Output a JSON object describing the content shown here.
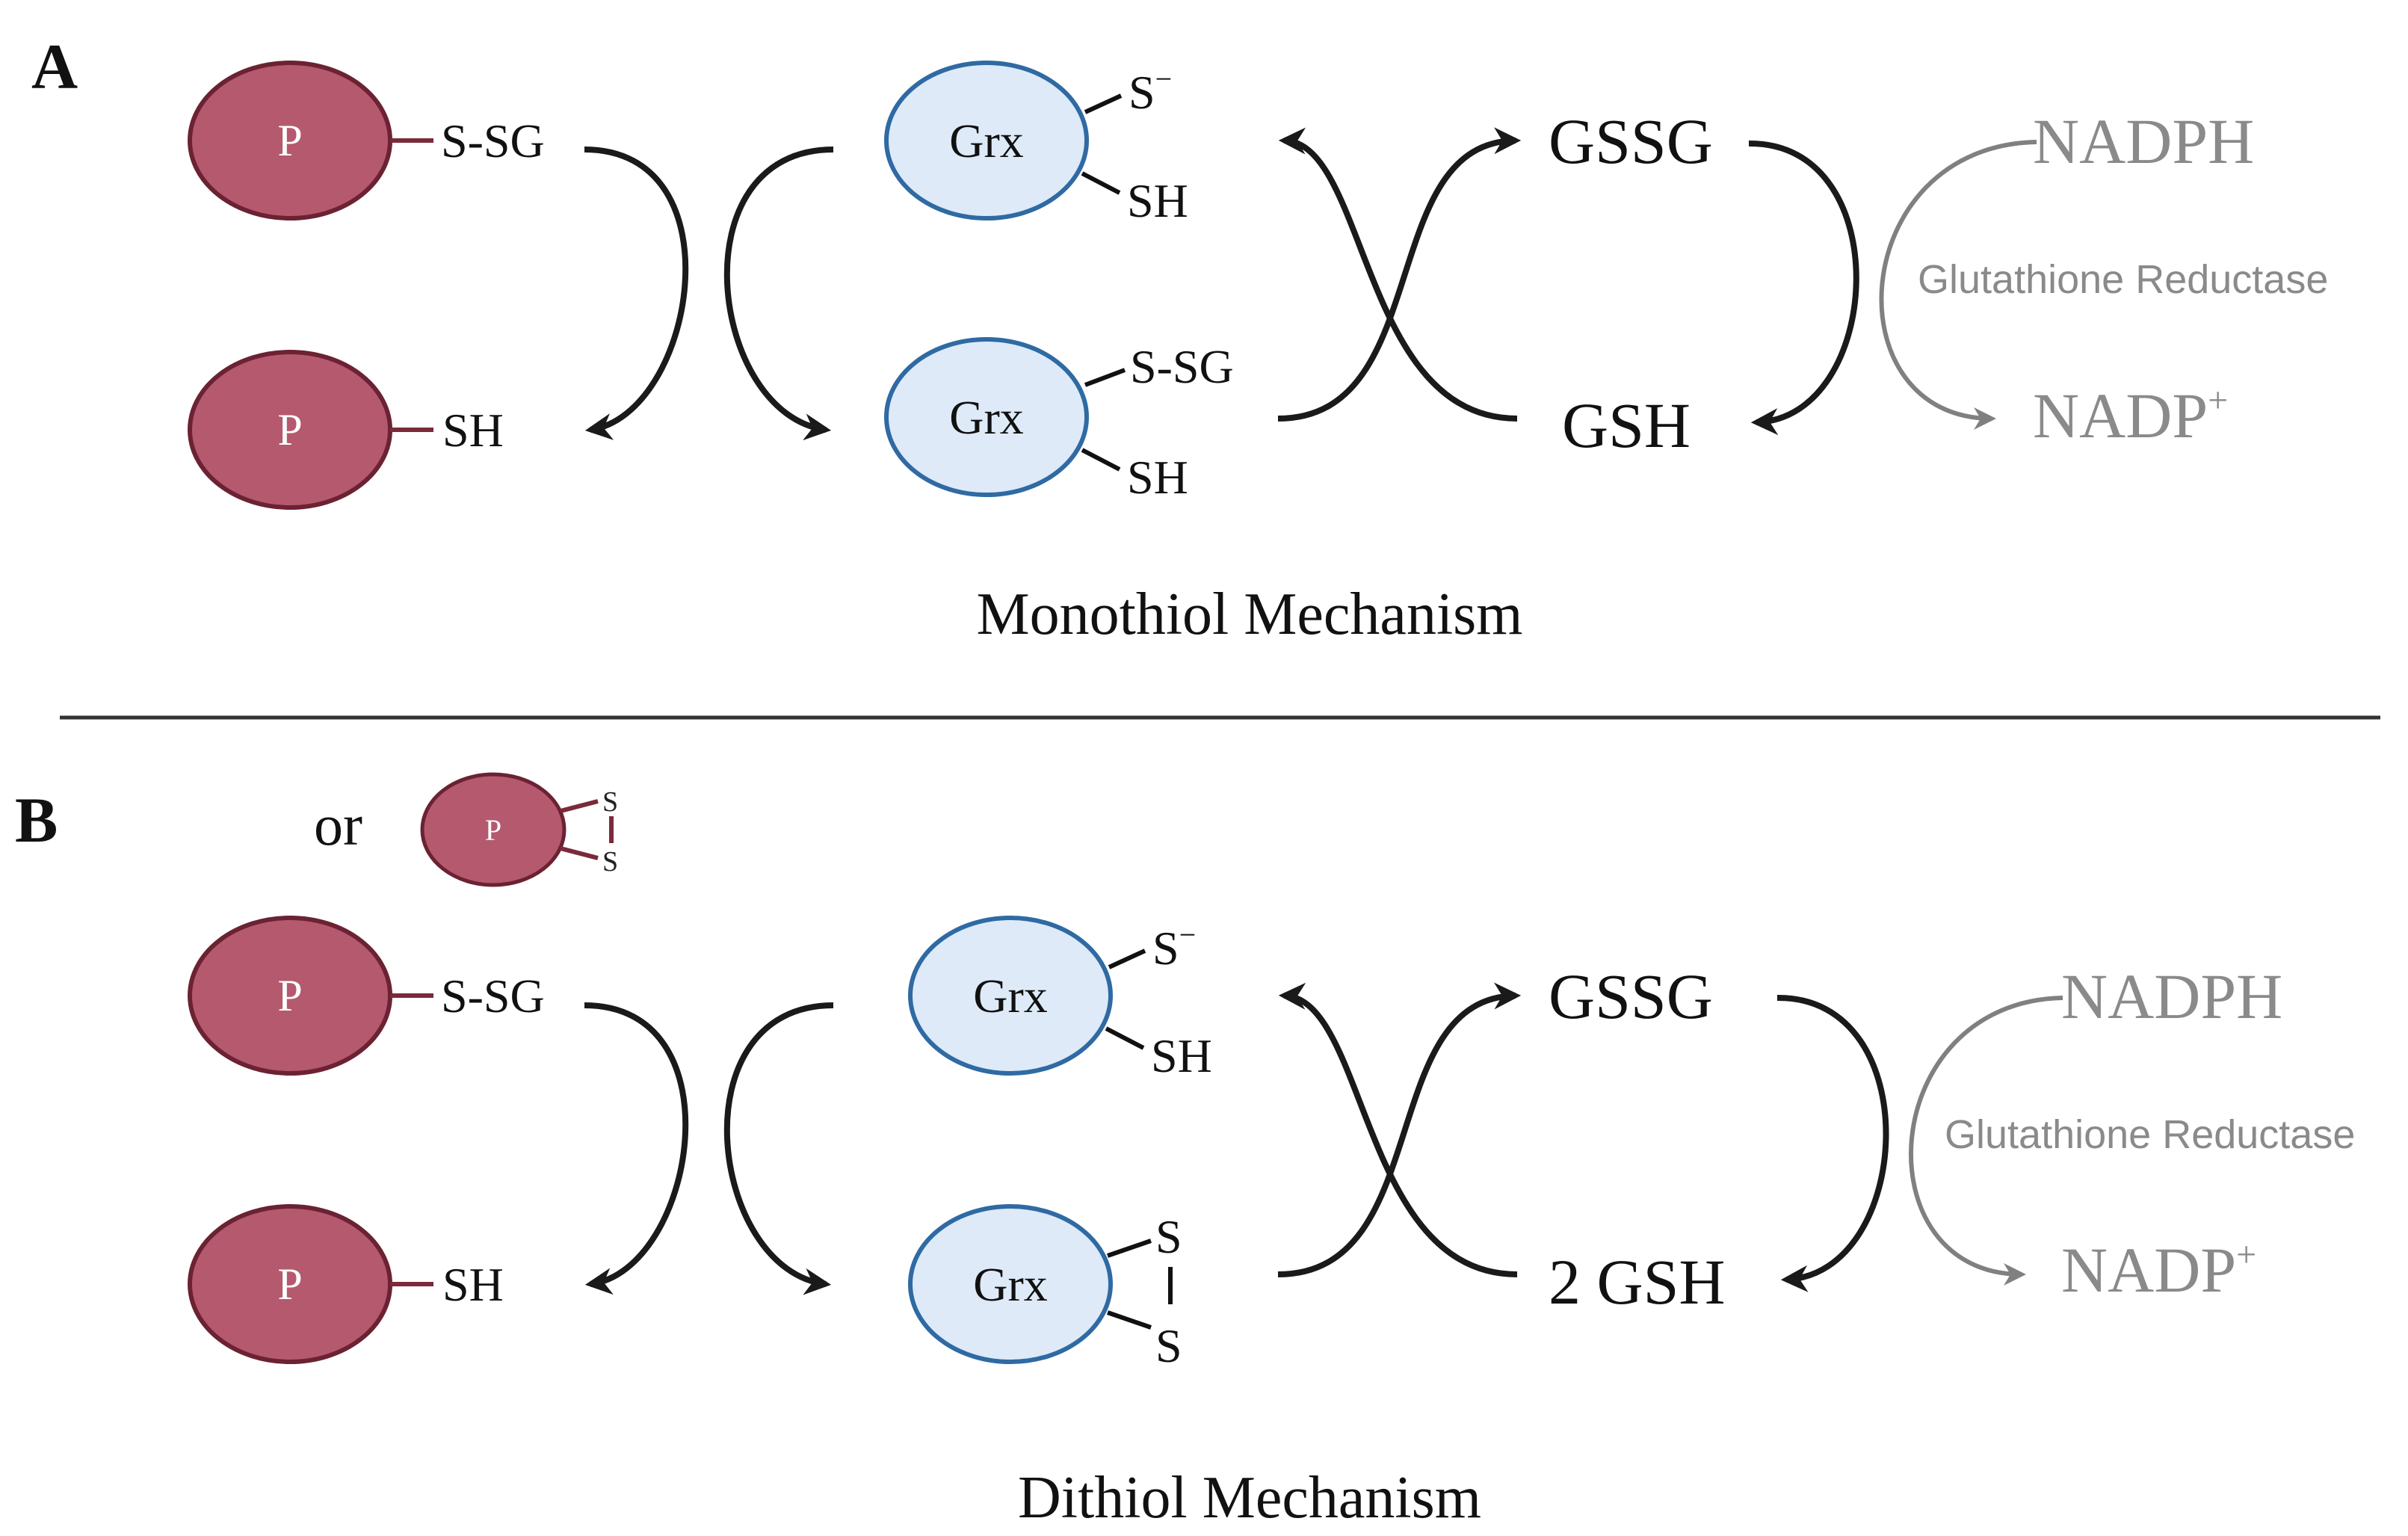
{
  "panel_a": {
    "letter": "A",
    "caption": "Monothiol Mechanism",
    "protein_top": {
      "label": "P",
      "group": "S-SG"
    },
    "protein_bottom": {
      "label": "P",
      "group": "SH"
    },
    "grx_top": {
      "label": "Grx",
      "thiol_top": "S",
      "thiol_top_charge": "−",
      "thiol_bottom": "SH"
    },
    "grx_bottom": {
      "label": "Grx",
      "thiol_top": "S-SG",
      "thiol_bottom": "SH"
    },
    "gssg": "GSSG",
    "gsh": "GSH",
    "nadph": "NADPH",
    "nadp": "NADP",
    "nadp_charge": "+",
    "enzyme": "Glutathione Reductase"
  },
  "panel_b": {
    "letter": "B",
    "caption": "Dithiol Mechanism",
    "or_label": "or",
    "small_protein": {
      "label": "P",
      "s_top": "S",
      "s_bottom": "S"
    },
    "protein_top": {
      "label": "P",
      "group": "S-SG"
    },
    "protein_bottom": {
      "label": "P",
      "group": "SH"
    },
    "grx_top": {
      "label": "Grx",
      "thiol_top": "S",
      "thiol_top_charge": "−",
      "thiol_bottom": "SH"
    },
    "grx_bottom": {
      "label": "Grx",
      "s_top": "S",
      "s_bottom": "S"
    },
    "gssg": "GSSG",
    "gsh": "2 GSH",
    "nadph": "NADPH",
    "nadp": "NADP",
    "nadp_charge": "+",
    "enzyme": "Glutathione Reductase"
  },
  "colors": {
    "protein_fill": "#b5596f",
    "protein_stroke": "#6b2233",
    "grx_fill": "#deeaf8",
    "grx_stroke": "#2f6aa3",
    "arrow": "#1a1a1a",
    "arrow_grey": "#808080",
    "divider": "#333333"
  }
}
